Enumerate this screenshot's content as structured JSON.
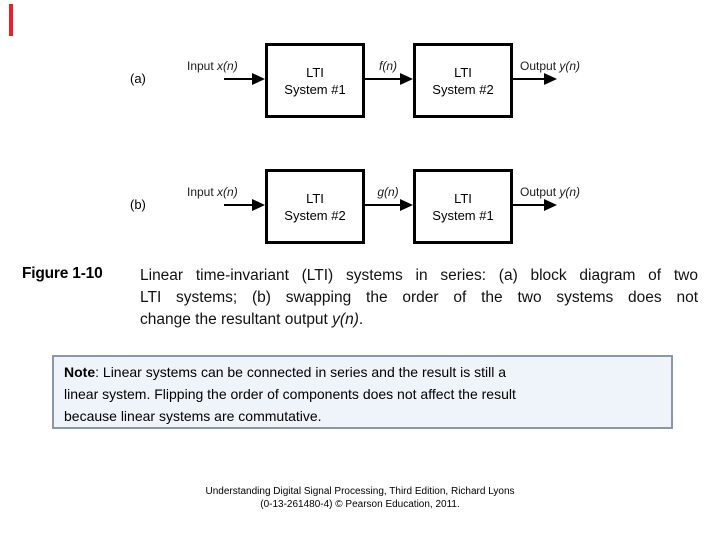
{
  "marker": {
    "red_bar_color": "#e8202a"
  },
  "diagram": {
    "rows": [
      {
        "label": "(a)",
        "input_pre": "Input ",
        "input_math": "x(n)",
        "box1": {
          "line1": "LTI",
          "line2": "System #1"
        },
        "mid_signal": "f(n)",
        "box2": {
          "line1": "LTI",
          "line2": "System #2"
        },
        "output_pre": "Output ",
        "output_math": "y(n)"
      },
      {
        "label": "(b)",
        "input_pre": "Input ",
        "input_math": "x(n)",
        "box1": {
          "line1": "LTI",
          "line2": "System #2"
        },
        "mid_signal": "g(n)",
        "box2": {
          "line1": "LTI",
          "line2": "System #1"
        },
        "output_pre": "Output ",
        "output_math": "y(n)"
      }
    ]
  },
  "caption": {
    "figure_label": "Figure 1-10",
    "line1": "Linear time-invariant (LTI) systems in series: (a) block diagram of two",
    "line2": "LTI systems; (b) swapping the order of the two systems does not",
    "line3_pre": "change the resultant output ",
    "line3_math": "y(n)",
    "line3_post": "."
  },
  "note": {
    "bold_label": "Note",
    "line1_rest": ": Linear systems can be connected in series and the result is still a",
    "line2": "linear system. Flipping the order of components does not affect the result",
    "line3": "because linear systems are commutative.",
    "bg_color": "#eef4f9",
    "border_color": "#8a97a8"
  },
  "footer": {
    "line1": "Understanding Digital Signal Processing, Third Edition, Richard Lyons",
    "line2": "(0-13-261480-4) © Pearson Education, 2011."
  }
}
